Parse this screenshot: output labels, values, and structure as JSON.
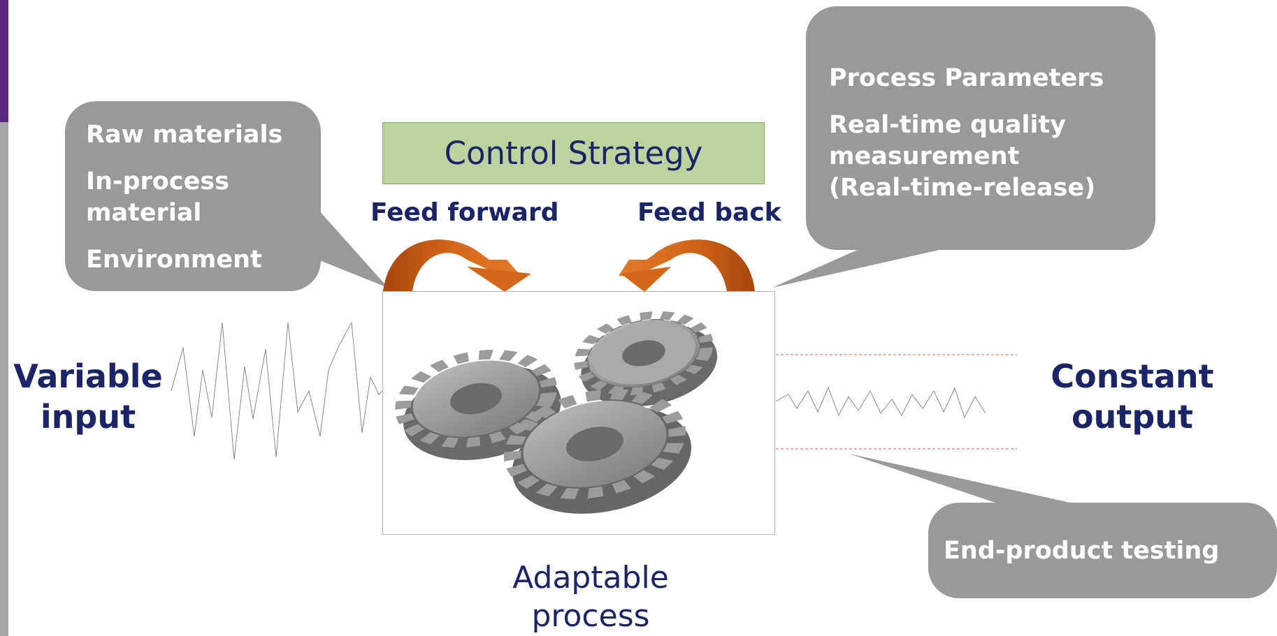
{
  "diagram": {
    "inputs_bubble": {
      "items": [
        "Raw materials",
        "In-process\nmaterial",
        "Environment"
      ]
    },
    "parameters_bubble": {
      "items": [
        "Process Parameters",
        "Real-time quality\nmeasurement\n(Real-time-release)"
      ]
    },
    "testing_bubble": {
      "label": "End-product testing"
    },
    "control_strategy": "Control Strategy",
    "feed_forward": "Feed forward",
    "feed_back": "Feed back",
    "input_label": "Variable\ninput",
    "output_label": "Constant\noutput",
    "process_label": "Adaptable\nprocess",
    "icons": [
      "gears-icon",
      "feed-forward-arrow-icon",
      "feed-back-arrow-icon"
    ],
    "colors": {
      "bubble": "#999999",
      "control_box": "#bdd39f",
      "text_navy": "#1c2466",
      "arrow": "#c55a11",
      "limit_lines": "#e05a5a",
      "accent_bar": "#5b2a7e"
    }
  }
}
